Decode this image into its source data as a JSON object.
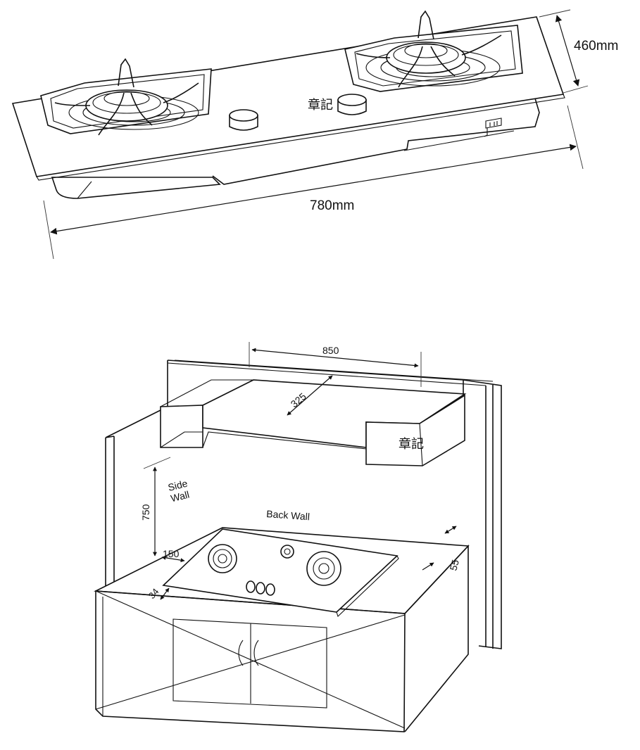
{
  "top_diagram": {
    "width_label": "780mm",
    "depth_label": "460mm",
    "watermark": "章記"
  },
  "bottom_diagram": {
    "watermark": "章記",
    "dimensions": {
      "hood_width": "850",
      "hood_depth": "325",
      "height_to_hood": "750",
      "side_clearance": "150",
      "front_clearance": "34",
      "back_clearance": "55"
    },
    "labels": {
      "side_wall": "Side Wall",
      "back_wall": "Back Wall"
    }
  }
}
